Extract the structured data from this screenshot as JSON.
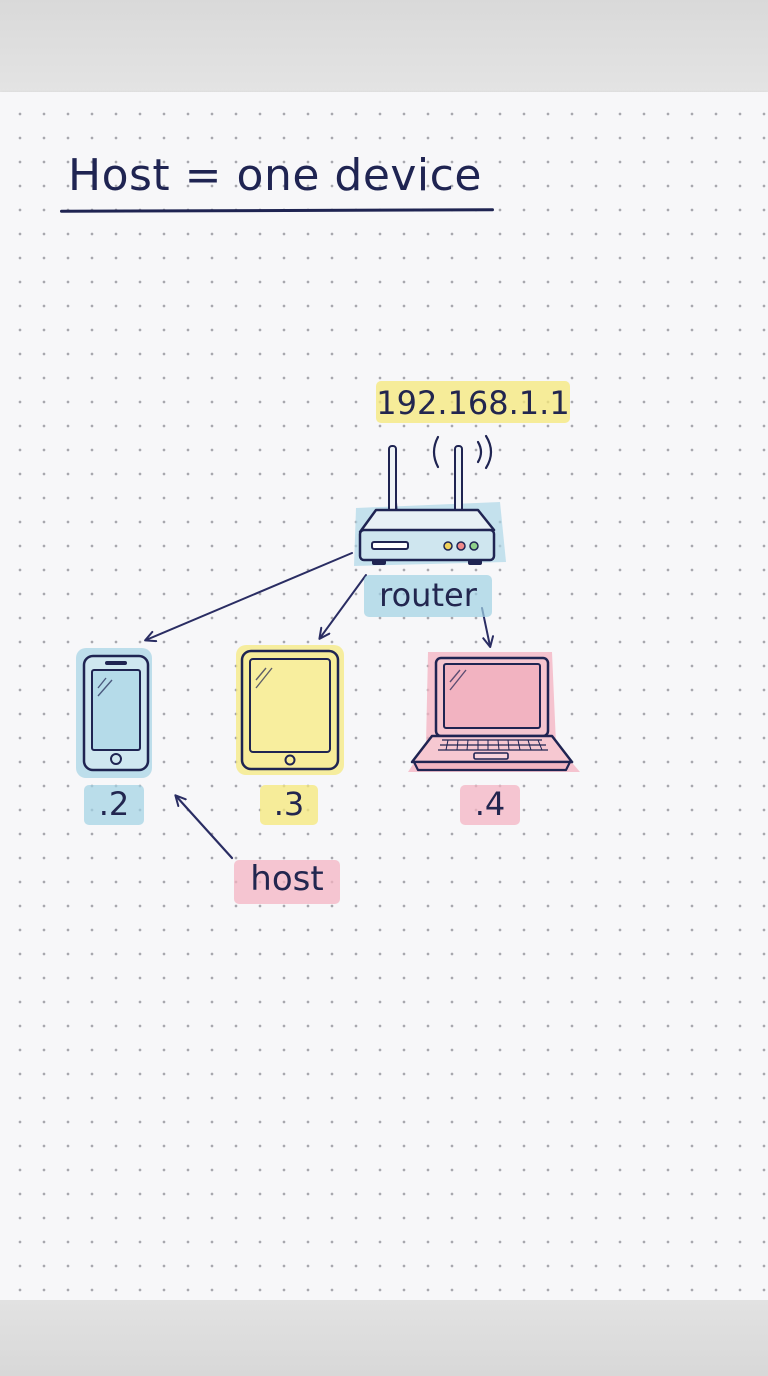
{
  "title": "Host = one device",
  "router": {
    "ip": "192.168.1.1",
    "label": "router"
  },
  "devices": [
    {
      "name": "phone",
      "label": ".2",
      "color": "#a0d2e4"
    },
    {
      "name": "tablet",
      "label": ".3",
      "color": "#f5e878"
    },
    {
      "name": "laptop",
      "label": ".4",
      "color": "#f4b2c0"
    }
  ],
  "annotation": {
    "label": "host",
    "color": "#f4b2c0"
  },
  "colors": {
    "ink": "#1f2452",
    "highlight_yellow": "#f5e878",
    "highlight_blue": "#a0d2e4",
    "highlight_pink": "#f4b2c0"
  }
}
